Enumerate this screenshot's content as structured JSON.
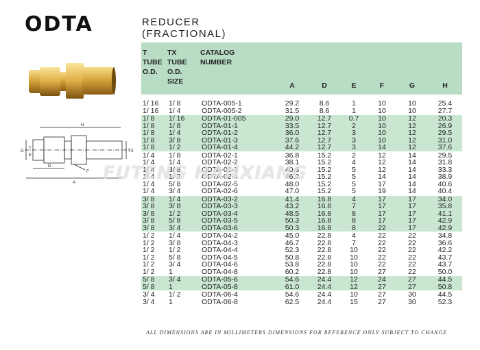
{
  "brand": "ODTA",
  "subtitle_line1": "REDUCER",
  "subtitle_line2": "(FRACTIONAL)",
  "header": {
    "t": "T TUBE O.D.",
    "tx": "TX TUBE O.D. SIZE",
    "catalog": "CATALOG NUMBER",
    "a": "A",
    "d": "D",
    "e": "E",
    "f": "F",
    "g": "G",
    "h": "H"
  },
  "drawing_labels": {
    "h": "H",
    "g": "G",
    "t": "T",
    "e": "E",
    "d": "D",
    "f": "F",
    "a": "A",
    "tx": "TX"
  },
  "groups": [
    {
      "shade": false,
      "rows": [
        [
          "1/ 16",
          "1/ 8",
          "ODTA-005-1",
          "29.2",
          "8.6",
          "1",
          "10",
          "10",
          "25.4"
        ],
        [
          "1/ 16",
          "1/ 4",
          "ODTA-005-2",
          "31.5",
          "8.6",
          "1",
          "10",
          "10",
          "27.7"
        ]
      ]
    },
    {
      "shade": true,
      "rows": [
        [
          "1/ 8",
          "1/ 16",
          "ODTA-01-005",
          "29.0",
          "12.7",
          "0.7",
          "10",
          "12",
          "20.3"
        ],
        [
          "1/ 8",
          "1/ 8",
          "ODTA-01-1",
          "33.5",
          "12.7",
          "2",
          "10",
          "12",
          "26.9"
        ],
        [
          "1/ 8",
          "1/ 4",
          "ODTA-01-2",
          "36.0",
          "12.7",
          "3",
          "10",
          "12",
          "29.5"
        ],
        [
          "1/ 8",
          "3/ 8",
          "ODTA-01-3",
          "37.6",
          "12.7",
          "3",
          "10",
          "12",
          "31.0"
        ],
        [
          "1/ 8",
          "1/ 2",
          "ODTA-01-4",
          "44.2",
          "12.7",
          "3",
          "14",
          "12",
          "37.6"
        ]
      ]
    },
    {
      "shade": false,
      "rows": [
        [
          "1/ 4",
          "1/ 8",
          "ODTA-02-1",
          "36.8",
          "15.2",
          "2",
          "12",
          "14",
          "29.5"
        ],
        [
          "1/ 4",
          "1/ 4",
          "ODTA-02-2",
          "38.1",
          "15.2",
          "4",
          "12",
          "14",
          "31.8"
        ],
        [
          "1/ 4",
          "3/ 8",
          "ODTA-02-3",
          "40.6",
          "15.2",
          "5",
          "12",
          "14",
          "33.3"
        ],
        [
          "1/ 4",
          "1/ 2",
          "ODTA-02-4",
          "46.2",
          "15.2",
          "5",
          "14",
          "14",
          "38.9"
        ],
        [
          "1/ 4",
          "5/ 8",
          "ODTA-02-5",
          "48.0",
          "15.2",
          "5",
          "17",
          "14",
          "40.6"
        ],
        [
          "1/ 4",
          "3/ 4",
          "ODTA-02-6",
          "47.0",
          "15.2",
          "5",
          "19",
          "14",
          "40.4"
        ]
      ]
    },
    {
      "shade": true,
      "rows": [
        [
          "3/ 8",
          "1/ 4",
          "ODTA-03-2",
          "41.4",
          "16.8",
          "4",
          "17",
          "17",
          "34.0"
        ],
        [
          "3/ 8",
          "3/ 8",
          "ODTA-03-3",
          "43.2",
          "16.8",
          "7",
          "17",
          "17",
          "35.8"
        ],
        [
          "3/ 8",
          "1/ 2",
          "ODTA-03-4",
          "48.5",
          "16.8",
          "8",
          "17",
          "17",
          "41.1"
        ],
        [
          "3/ 8",
          "5/ 8",
          "ODTA-03-5",
          "50.3",
          "16.8",
          "8",
          "17",
          "17",
          "42.9"
        ],
        [
          "3/ 8",
          "3/ 4",
          "ODTA-03-6",
          "50.3",
          "16.8",
          "8",
          "22",
          "17",
          "42.9"
        ]
      ]
    },
    {
      "shade": false,
      "rows": [
        [
          "1/ 2",
          "1/ 4",
          "ODTA-04-2",
          "45.0",
          "22.8",
          "4",
          "22",
          "22",
          "34.8"
        ],
        [
          "1/ 2",
          "3/ 8",
          "ODTA-04-3",
          "46.7",
          "22.8",
          "7",
          "22",
          "22",
          "36.6"
        ],
        [
          "1/ 2",
          "1/ 2",
          "ODTA-04-4",
          "52.3",
          "22.8",
          "10",
          "22",
          "22",
          "42.2"
        ],
        [
          "1/ 2",
          "5/ 8",
          "ODTA-04-5",
          "50.8",
          "22.8",
          "10",
          "22",
          "22",
          "43.7"
        ],
        [
          "1/ 2",
          "3/ 4",
          "ODTA-04-6",
          "53.8",
          "22.8",
          "10",
          "22",
          "22",
          "43.7"
        ],
        [
          "1/ 2",
          "1",
          "ODTA-04-8",
          "60.2",
          "22.8",
          "10",
          "27",
          "22",
          "50.0"
        ]
      ]
    },
    {
      "shade": true,
      "rows": [
        [
          "5/ 8",
          "3/ 4",
          "ODTA-05-6",
          "54.6",
          "24.4",
          "12",
          "24",
          "27",
          "44.5"
        ],
        [
          "5/ 8",
          "1",
          "ODTA-05-8",
          "61.0",
          "24.4",
          "12",
          "27",
          "27",
          "50.8"
        ]
      ]
    },
    {
      "shade": false,
      "rows": [
        [
          "3/ 4",
          "1/ 2",
          "ODTA-06-4",
          "54.6",
          "24.4",
          "10",
          "27",
          "30",
          "44.5"
        ],
        [
          "3/ 4",
          "1",
          "ODTA-06-8",
          "62.5",
          "24.4",
          "15",
          "27",
          "30",
          "52.3"
        ]
      ]
    }
  ],
  "watermark": "FUTENG HANXIANG",
  "footnote": "ALL DIMENSIONS ARE IN MILLIMETERS      DIMENSIONS FOR REFERENCE ONLY SUBJECT TO CHANGE",
  "colors": {
    "header_bg": "#b8dcc4",
    "row_shade": "#c9e6d1",
    "brass": "#d8a63c"
  }
}
